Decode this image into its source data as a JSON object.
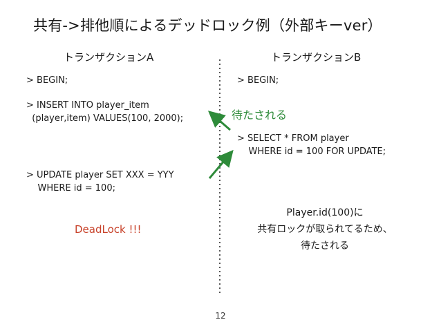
{
  "slide": {
    "title": "共有->排他順によるデッドロック例（外部キーver）",
    "page_number": "12"
  },
  "transaction_a": {
    "heading": "トランザクションA",
    "step1": "> BEGIN;",
    "step2_line1": "> INSERT INTO player_item",
    "step2_line2": "  (player,item) VALUES(100, 2000);",
    "step3_line1": "> UPDATE player SET XXX = YYY",
    "step3_line2": "    WHERE id = 100;",
    "deadlock_label": "DeadLock !!!"
  },
  "transaction_b": {
    "heading": "トランザクションB",
    "step1": "> BEGIN;",
    "wait_label": "待たされる",
    "step2_line1": "> SELECT * FROM player",
    "step2_line2": "    WHERE id = 100 FOR UPDATE;",
    "note_line1": "Player.id(100)に",
    "note_line2": "共有ロックが取られてるため、",
    "note_line3": "待たされる"
  },
  "colors": {
    "arrow": "#2e8b3a",
    "deadlock": "#c8432b",
    "divider": "#555555"
  }
}
